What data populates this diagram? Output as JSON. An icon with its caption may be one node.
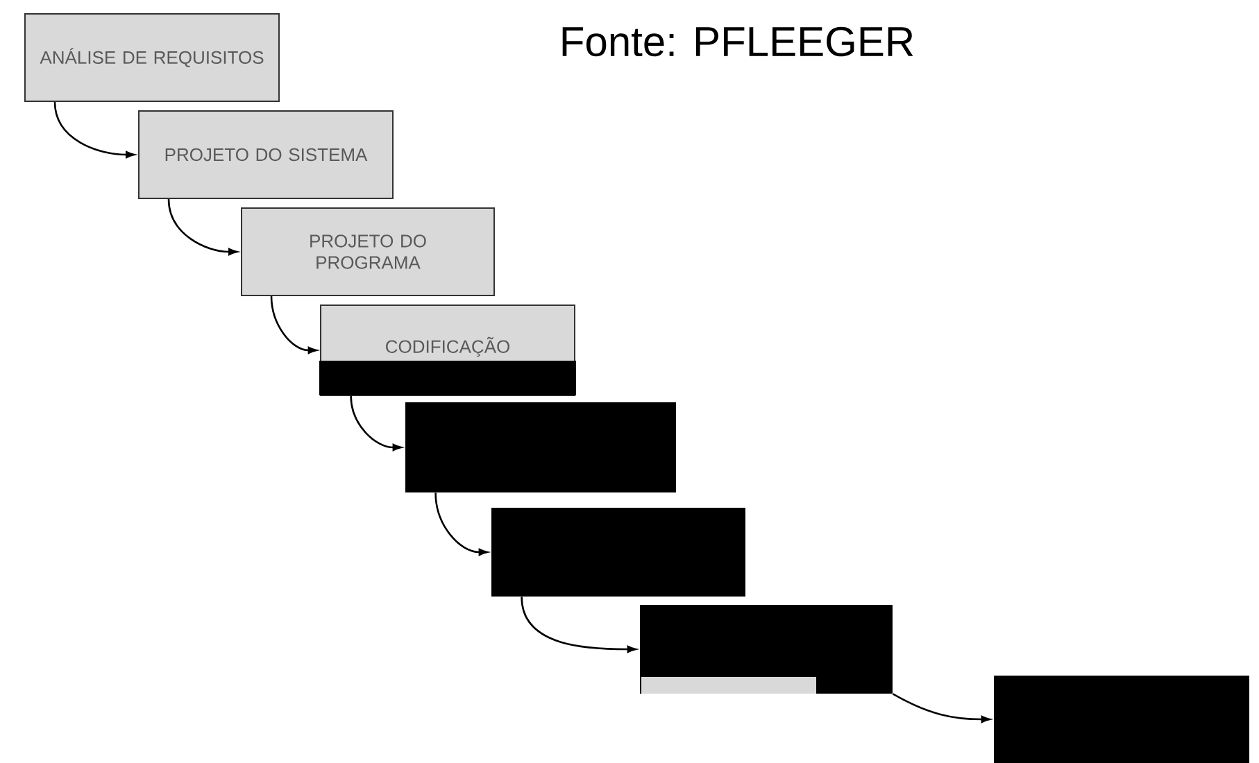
{
  "diagram": {
    "title": "Fonte: PFLEEGER",
    "nodes": [
      {
        "text": [
          "ANÁLISE DE REQUISITOS"
        ]
      },
      {
        "text": [
          "PROJETO DO SISTEMA"
        ]
      },
      {
        "text": [
          "PROJETO DO PROGRAMA"
        ]
      },
      {
        "text": [
          "CODIFICAÇÃO"
        ]
      },
      {
        "text": [],
        "shape": "box"
      },
      {
        "text": [],
        "shape": "box"
      },
      {
        "text": [],
        "shape": "box"
      },
      {
        "text": [],
        "shape": "box"
      }
    ],
    "edges": [
      {
        "from": 0,
        "to": 1,
        "arrow": "to"
      },
      {
        "from": 1,
        "to": 2,
        "arrow": "to"
      },
      {
        "from": 2,
        "to": 3,
        "arrow": "to"
      },
      {
        "from": 3,
        "to": 4,
        "arrow": "to"
      },
      {
        "from": 4,
        "to": 5,
        "arrow": "to"
      },
      {
        "from": 5,
        "to": 6,
        "arrow": "to"
      },
      {
        "from": 6,
        "to": 7,
        "arrow": "to"
      }
    ]
  }
}
